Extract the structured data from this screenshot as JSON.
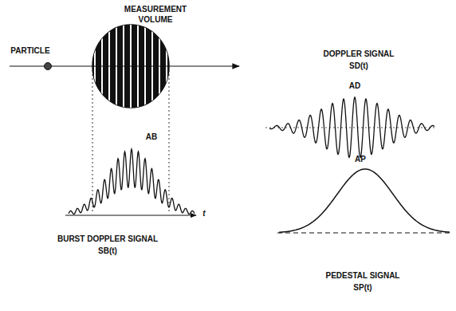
{
  "diagram": {
    "labels": [
      "MEASUREMENT VOLUME",
      "PARTICLE",
      "DOPPLER SIGNAL",
      "SD(t)",
      "AD",
      "AB",
      "t",
      "BURST DOPPLER SIGNAL",
      "SB(t)",
      "PEDESTAL SIGNAL",
      "SP(t)",
      "AP"
    ]
  }
}
